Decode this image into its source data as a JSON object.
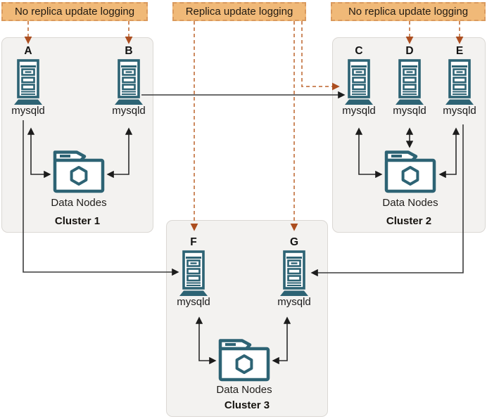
{
  "banners": [
    {
      "text": "No replica update logging"
    },
    {
      "text": "Replica update logging"
    },
    {
      "text": "No replica update logging"
    }
  ],
  "clusters": [
    {
      "name": "Cluster 1",
      "data_nodes_label": "Data Nodes",
      "servers": [
        {
          "letter": "A",
          "daemon": "mysqld"
        },
        {
          "letter": "B",
          "daemon": "mysqld"
        }
      ]
    },
    {
      "name": "Cluster 2",
      "data_nodes_label": "Data Nodes",
      "servers": [
        {
          "letter": "C",
          "daemon": "mysqld"
        },
        {
          "letter": "D",
          "daemon": "mysqld"
        },
        {
          "letter": "E",
          "daemon": "mysqld"
        }
      ]
    },
    {
      "name": "Cluster 3",
      "data_nodes_label": "Data Nodes",
      "servers": [
        {
          "letter": "F",
          "daemon": "mysqld"
        },
        {
          "letter": "G",
          "daemon": "mysqld"
        }
      ]
    }
  ],
  "icons": {
    "server": "server-tower-icon",
    "data_nodes": "folder-hexagon-icon"
  },
  "colors": {
    "banner_fill": "#F0B978",
    "banner_border": "#DA9A5E",
    "dashed_line": "#CD8A60",
    "dashed_arrowhead": "#AC4E20",
    "solid_line": "#3B3B3B",
    "icon_teal": "#2D6374",
    "cluster_fill": "#F3F2F0",
    "cluster_border": "#DBD8D4"
  }
}
